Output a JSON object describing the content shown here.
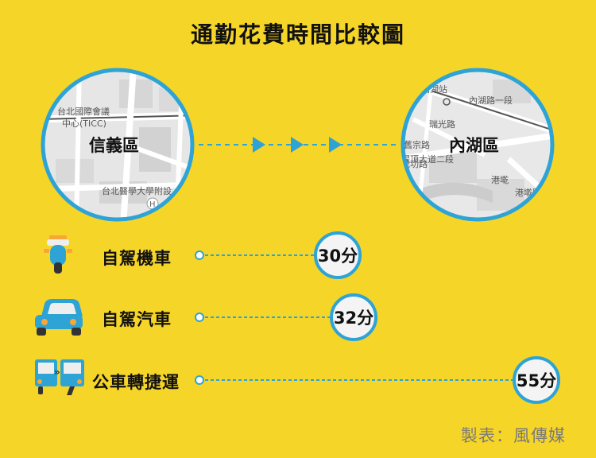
{
  "title": "通勤花費時間比較圖",
  "credit": "製表：風傳媒",
  "origin": {
    "name": "信義區",
    "map_labels": [
      "台北國際會議",
      "中心(TICC)",
      "台北醫學大學附設"
    ]
  },
  "destination": {
    "name": "內湖區",
    "map_labels": [
      "西湖站",
      "內湖路一段",
      "瑞光路",
      "舊宗路",
      "成功路",
      "堤頂大道二段",
      "港墘",
      "港墘路"
    ]
  },
  "colors": {
    "background": "#F6D529",
    "accent": "#2DA3D6",
    "badge_fill": "#F4F4F4",
    "title": "#111111",
    "credit": "#7A7A7A"
  },
  "chart_data": {
    "type": "bar",
    "categories": [
      "自駕機車",
      "自駕汽車",
      "公車轉捷運"
    ],
    "values": [
      30,
      32,
      55
    ],
    "value_labels": [
      "30分",
      "32分",
      "55分"
    ],
    "icons": [
      "scooter-icon",
      "car-icon",
      "bus-metro-icon"
    ],
    "xlim": [
      0,
      55
    ],
    "grid": false,
    "title": "通勤花費時間比較圖"
  }
}
